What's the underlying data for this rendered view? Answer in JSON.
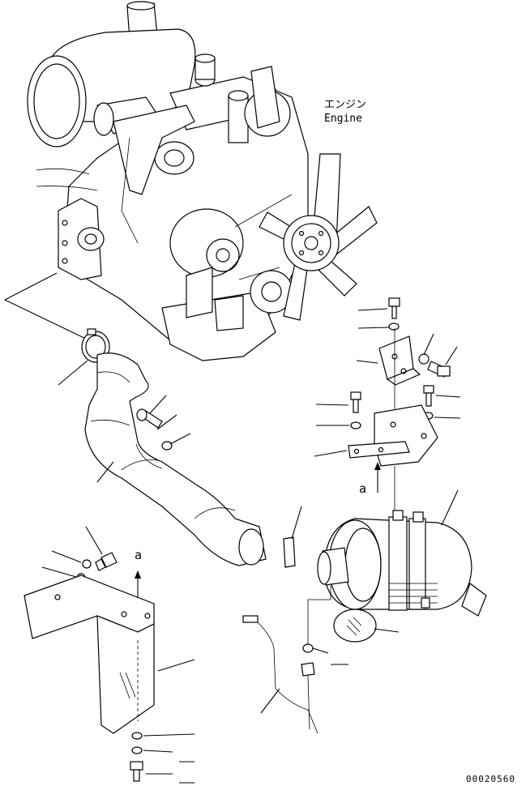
{
  "labels": {
    "engine_jp": "エンジン",
    "engine_en": "Engine",
    "ref_a_upper": "a",
    "ref_a_lower": "a",
    "drawing_code": "00020560"
  }
}
